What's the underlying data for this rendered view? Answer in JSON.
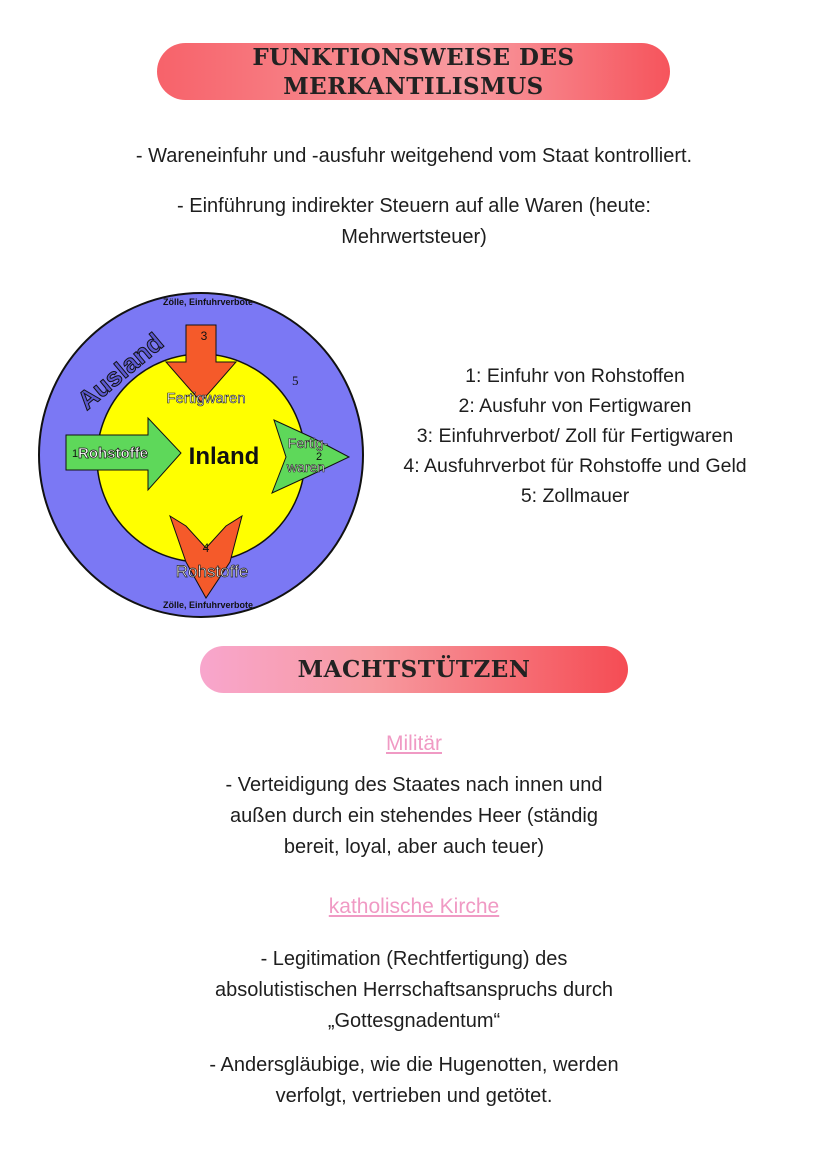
{
  "header": {
    "title_line1": "FUNKTIONSWEISE DES",
    "title_line2": "MERKANTILISMUS"
  },
  "intro": {
    "point1": "- Wareneinfuhr und -ausfuhr weitgehend vom Staat kontrolliert.",
    "point2_line1": "- Einführung indirekter Steuern auf alle Waren (heute:",
    "point2_line2": "Mehrwertsteuer)"
  },
  "diagram": {
    "top_barrier": "Zölle, Einfuhrverbote",
    "bottom_barrier": "Zölle, Einfuhrverbote",
    "outer_label": "Ausland",
    "inner_label": "Inland",
    "arrow3_number": "3",
    "arrow3_label": "Fertigwaren",
    "arrow1_number": "1",
    "arrow1_label": "Rohstoffe",
    "arrow2_number": "2",
    "arrow2_label_line1": "Fertig-",
    "arrow2_label_line2": "waren",
    "arrow4_number": "4",
    "arrow4_label": "Rohstoffe",
    "wall_number": "5",
    "colors": {
      "outer": "#7b78f4",
      "inner": "#ffff00",
      "arrow_green": "#5ed85a",
      "arrow_red": "#f55a2a"
    }
  },
  "legend": {
    "item1": "1: Einfuhr von Rohstoffen",
    "item2": "2: Ausfuhr von Fertigwaren",
    "item3": "3: Einfuhrverbot/ Zoll für Fertigwaren",
    "item4": "4: Ausfuhrverbot für Rohstoffe und Geld",
    "item5": "5: Zollmauer"
  },
  "section2": {
    "title": "MACHTSTÜTZEN",
    "military_heading": "Militär",
    "military_line1": "- Verteidigung des Staates nach innen und",
    "military_line2": "außen durch ein stehendes Heer (ständig",
    "military_line3": "bereit, loyal, aber auch teuer)",
    "church_heading": "katholische Kirche",
    "church_p1_line1": "- Legitimation (Rechtfertigung) des",
    "church_p1_line2": "absolutistischen Herrschaftsanspruchs durch",
    "church_p1_line3": "„Gottesgnadentum“",
    "church_p2_line1": "- Andersgläubige, wie die Hugenotten, werden",
    "church_p2_line2": "verfolgt, vertrieben und getötet."
  }
}
